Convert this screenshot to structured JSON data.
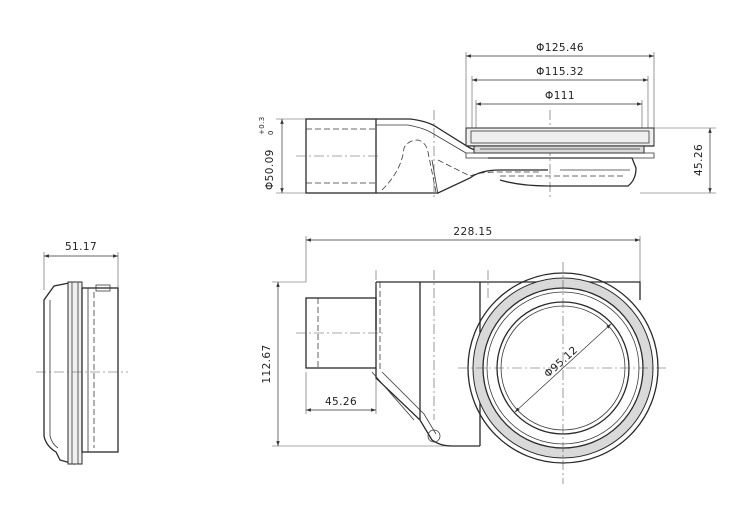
{
  "dimensions": {
    "outer_diameter": "Φ125.46",
    "mid_diameter": "Φ115.32",
    "inner_diameter": "Φ111",
    "outlet_diameter": "Φ50.09",
    "outlet_tol_upper": "+0.3",
    "outlet_tol_lower": "0",
    "height": "45.26",
    "side_width": "51.17",
    "overall_length": "228.15",
    "overall_width": "112.67",
    "outlet_length": "45.26",
    "bowl_diameter": "Φ95.12"
  }
}
